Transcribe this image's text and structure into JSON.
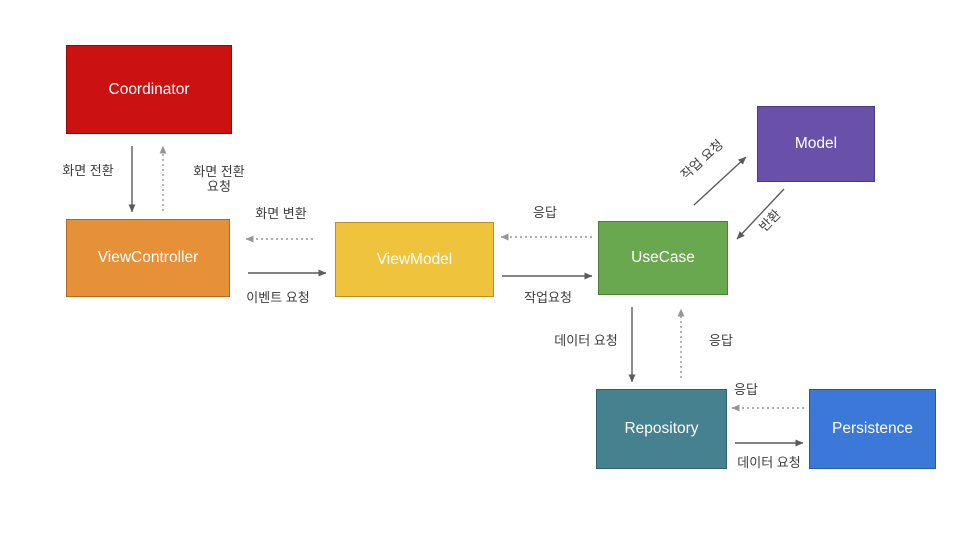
{
  "diagram": {
    "title": "MVVM-C Clean Architecture flow diagram",
    "nodes": {
      "coordinator": {
        "label": "Coordinator",
        "fill": "#cc1111",
        "border": "#8f0b0b"
      },
      "view_controller": {
        "label": "ViewController",
        "fill": "#e69138",
        "border": "#b06a1d"
      },
      "view_model": {
        "label": "ViewModel",
        "fill": "#f0c33c",
        "border": "#b8921f"
      },
      "use_case": {
        "label": "UseCase",
        "fill": "#6aa84f",
        "border": "#4e7f39"
      },
      "model": {
        "label": "Model",
        "fill": "#6950a8",
        "border": "#4e3a80"
      },
      "repository": {
        "label": "Repository",
        "fill": "#45818e",
        "border": "#32616c"
      },
      "persistence": {
        "label": "Persistence",
        "fill": "#3c78d8",
        "border": "#2b57a5"
      }
    },
    "edge_labels": {
      "coordinator_to_vc": "화면 전환",
      "vc_to_coordinator": "화면 전환\n요청",
      "vm_to_vc": "화면 변환",
      "vc_to_vm": "이벤트 요청",
      "usecase_to_vm": "응답",
      "vm_to_usecase": "작업요청",
      "usecase_to_model": "작업 요청",
      "model_to_usecase": "반환",
      "usecase_to_repo": "데이터 요청",
      "repo_to_usecase": "응답",
      "persistence_to_repo": "응답",
      "repo_to_persistence": "데이터 요청"
    }
  },
  "colors": {
    "background": "#ffffff",
    "node_text": "#ffffff",
    "label_text": "#3d3d3d",
    "solid_arrow": "#5b5b5b",
    "dotted_arrow": "#979797"
  }
}
